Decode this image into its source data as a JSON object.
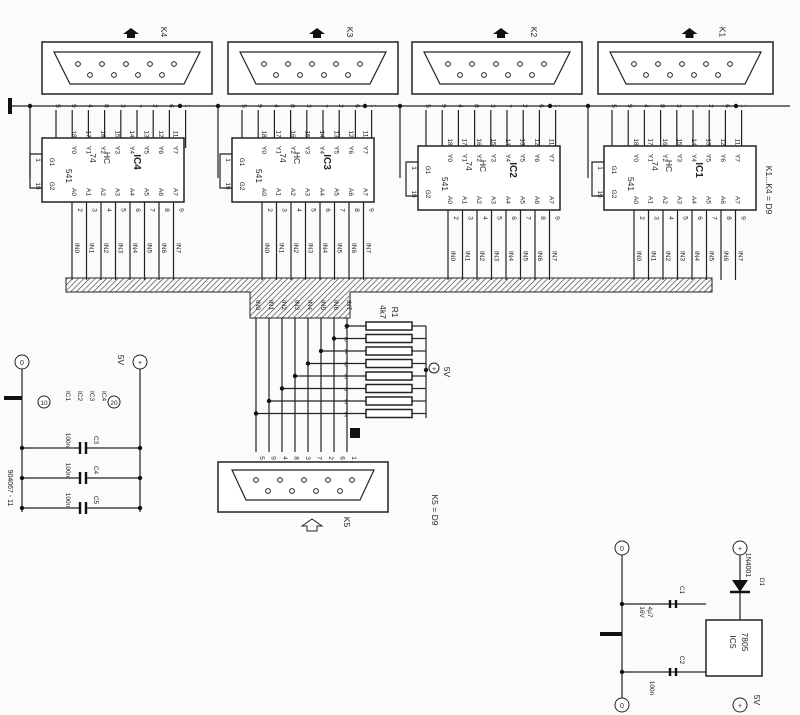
{
  "ics": [
    {
      "name": "IC1",
      "part": [
        "74",
        "HC",
        "541"
      ]
    },
    {
      "name": "IC2",
      "part": [
        "74",
        "HC",
        "541"
      ]
    },
    {
      "name": "IC3",
      "part": [
        "74",
        "HC",
        "541"
      ]
    },
    {
      "name": "IC4",
      "part": [
        "74",
        "HC",
        "541"
      ]
    }
  ],
  "connectors": {
    "outputs": [
      "K1",
      "K2",
      "K3",
      "K4"
    ],
    "input": "K5",
    "outputs_note": "K1...K4 = D9",
    "input_note": "K5 = D9"
  },
  "pin_labels": {
    "enable": [
      "G1",
      "G2"
    ],
    "enable_pins": [
      "1",
      "19"
    ],
    "y": [
      "Y0",
      "Y1",
      "Y2",
      "Y3",
      "Y4",
      "Y5",
      "Y6",
      "Y7"
    ],
    "y_pins": [
      "18",
      "17",
      "16",
      "15",
      "14",
      "13",
      "12",
      "11"
    ],
    "a": [
      "A0",
      "A1",
      "A2",
      "A3",
      "A4",
      "A5",
      "A6",
      "A7"
    ],
    "a_pins": [
      "2",
      "3",
      "4",
      "5",
      "6",
      "7",
      "8",
      "9"
    ],
    "in": [
      "IN0",
      "IN1",
      "IN2",
      "IN3",
      "IN4",
      "IN5",
      "IN6",
      "IN7"
    ],
    "sub_d_top": [
      "5",
      "9",
      "4",
      "8",
      "3",
      "7",
      "2",
      "6",
      "1"
    ],
    "sub_d_top_alt": [
      "5",
      "9",
      "4",
      "8",
      "3",
      "7",
      "2",
      "6"
    ],
    "sub_d_bottom": [
      "5",
      "9",
      "4",
      "8",
      "3",
      "7",
      "2",
      "6",
      "1"
    ]
  },
  "resistor": {
    "name": "R1",
    "value": "4k7",
    "pins": [
      "9",
      "8",
      "7",
      "6",
      "5",
      "4",
      "3",
      "2"
    ],
    "common": "1"
  },
  "supply": {
    "label": "5V",
    "plus": "+",
    "minus": "0"
  },
  "power_table": {
    "gnd_pin": "10",
    "vcc_pin": "20",
    "ics": [
      "IC1",
      "IC2",
      "IC3",
      "IC4"
    ],
    "caps": [
      {
        "name": "C3",
        "value": "100n"
      },
      {
        "name": "C4",
        "value": "100n"
      },
      {
        "name": "C5",
        "value": "100n"
      }
    ]
  },
  "psu": {
    "diode": "D1",
    "diode_part": "1N4001",
    "regulator": "IC5",
    "regulator_part": "7805",
    "c1": {
      "name": "C1",
      "value": "4μ7",
      "voltage": "16V"
    },
    "c2": {
      "name": "C2",
      "value": "100n"
    },
    "out": "5V"
  },
  "figure_code": "904067 - 11"
}
